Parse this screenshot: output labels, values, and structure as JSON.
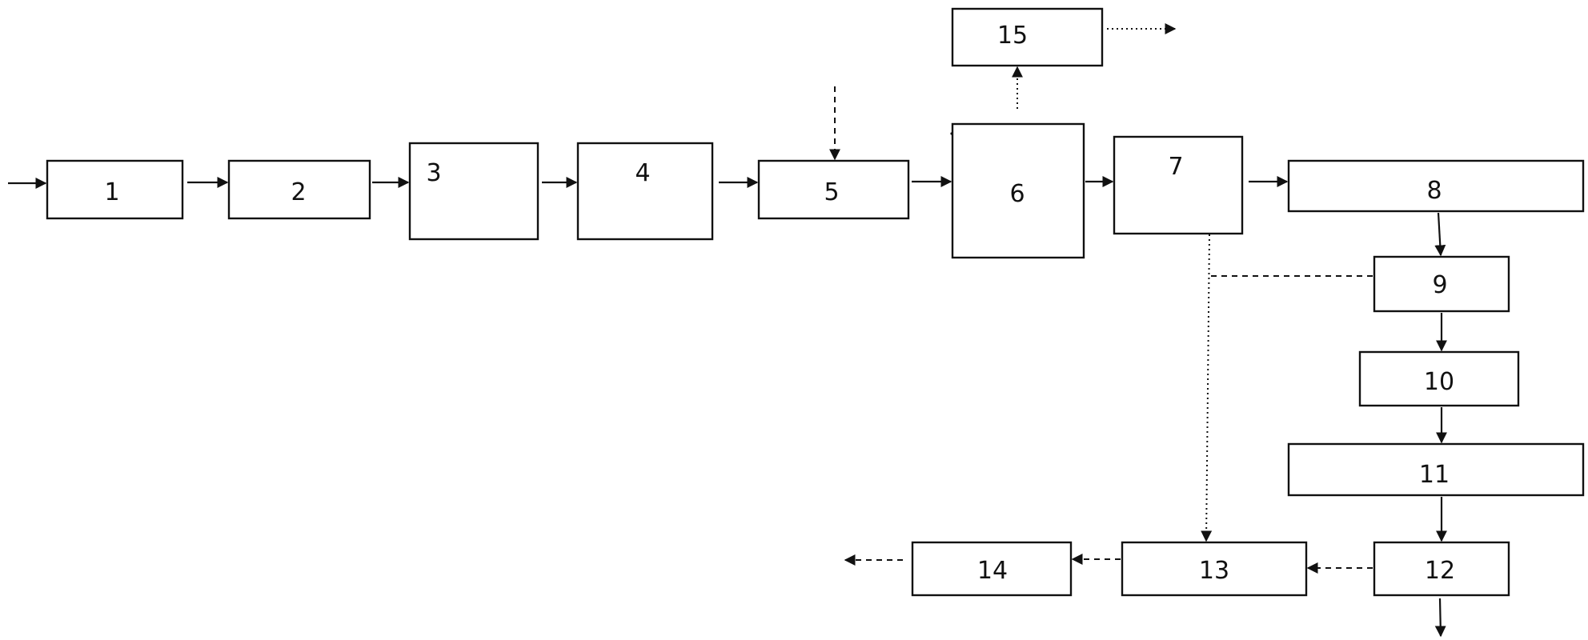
{
  "diagram": {
    "blocks": [
      {
        "id": "1",
        "label": "1"
      },
      {
        "id": "2",
        "label": "2"
      },
      {
        "id": "3",
        "label": "3"
      },
      {
        "id": "4",
        "label": "4"
      },
      {
        "id": "5",
        "label": "5"
      },
      {
        "id": "6",
        "label": "6"
      },
      {
        "id": "7",
        "label": "7"
      },
      {
        "id": "8",
        "label": "8"
      },
      {
        "id": "9",
        "label": "9"
      },
      {
        "id": "10",
        "label": "10"
      },
      {
        "id": "11",
        "label": "11"
      },
      {
        "id": "12",
        "label": "12"
      },
      {
        "id": "13",
        "label": "13"
      },
      {
        "id": "14",
        "label": "14"
      },
      {
        "id": "15",
        "label": "15"
      }
    ],
    "connections": [
      {
        "from": "input",
        "to": "1",
        "style": "solid"
      },
      {
        "from": "1",
        "to": "2",
        "style": "solid"
      },
      {
        "from": "2",
        "to": "3",
        "style": "solid"
      },
      {
        "from": "3",
        "to": "4",
        "style": "solid"
      },
      {
        "from": "4",
        "to": "5",
        "style": "solid"
      },
      {
        "from": "external",
        "to": "5",
        "style": "dashed"
      },
      {
        "from": "5",
        "to": "6",
        "style": "solid"
      },
      {
        "from": "6",
        "to": "15",
        "style": "dotted"
      },
      {
        "from": "15",
        "to": "output",
        "style": "dotted"
      },
      {
        "from": "6",
        "to": "7",
        "style": "solid"
      },
      {
        "from": "7",
        "to": "8",
        "style": "solid"
      },
      {
        "from": "8",
        "to": "9",
        "style": "solid"
      },
      {
        "from": "9",
        "to": "10",
        "style": "solid"
      },
      {
        "from": "10",
        "to": "11",
        "style": "solid"
      },
      {
        "from": "11",
        "to": "12",
        "style": "solid"
      },
      {
        "from": "12",
        "to": "output",
        "style": "solid"
      },
      {
        "from": "7",
        "to": "13",
        "style": "dotted"
      },
      {
        "from": "9",
        "to": "13",
        "style": "dashed"
      },
      {
        "from": "12",
        "to": "13",
        "style": "dashed"
      },
      {
        "from": "13",
        "to": "14",
        "style": "dashed"
      },
      {
        "from": "14",
        "to": "output",
        "style": "dashed"
      }
    ]
  }
}
